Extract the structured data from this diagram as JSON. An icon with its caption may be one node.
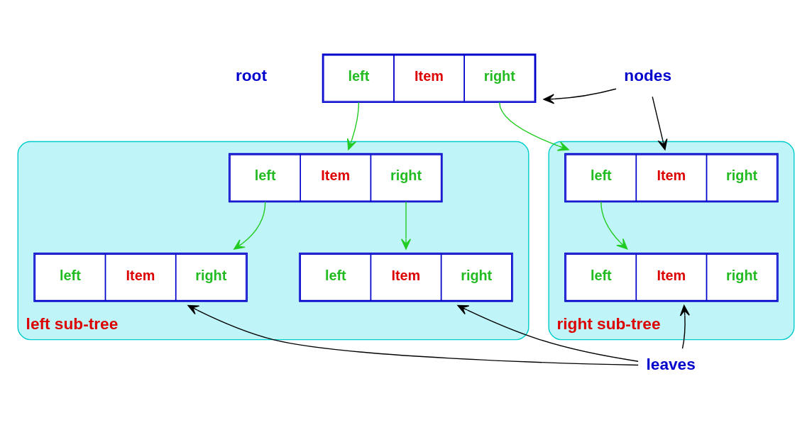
{
  "diagram": {
    "nodes": [
      {
        "text": [
          "left",
          "Item",
          "right"
        ]
      },
      {
        "text": [
          "left sub-tree"
        ]
      },
      {
        "text": [
          "left",
          "Item",
          "right"
        ],
        "in": 1
      },
      {
        "text": [
          "left",
          "Item",
          "right"
        ],
        "in": 1
      },
      {
        "text": [
          "left",
          "Item",
          "right"
        ],
        "in": 1
      },
      {
        "text": [
          "right sub-tree"
        ]
      },
      {
        "text": [
          "left",
          "Item",
          "right"
        ],
        "in": 5
      },
      {
        "text": [
          "left",
          "Item",
          "right"
        ],
        "in": 5
      },
      {
        "text": [
          "nodes"
        ]
      },
      {
        "text": [
          "leaves"
        ]
      }
    ],
    "edges": [
      {
        "from": 0,
        "to": 2,
        "arrow": "to",
        "color": "#22cc22"
      },
      {
        "from": 0,
        "to": 6,
        "arrow": "to",
        "color": "#22cc22"
      },
      {
        "from": 2,
        "to": 3,
        "arrow": "to",
        "color": "#22cc22"
      },
      {
        "from": 2,
        "to": 4,
        "arrow": "to",
        "color": "#22cc22"
      },
      {
        "from": 6,
        "to": 7,
        "arrow": "to",
        "color": "#22cc22"
      },
      {
        "from": 8,
        "to": 0,
        "arrow": "to",
        "color": "#000000"
      },
      {
        "from": 8,
        "to": 6,
        "arrow": "to",
        "color": "#000000"
      },
      {
        "from": 9,
        "to": 3,
        "arrow": "to",
        "color": "#000000"
      },
      {
        "from": 9,
        "to": 4,
        "arrow": "to",
        "color": "#000000"
      },
      {
        "from": 9,
        "to": 7,
        "arrow": "to",
        "color": "#000000"
      }
    ],
    "labels": [
      "root"
    ]
  }
}
